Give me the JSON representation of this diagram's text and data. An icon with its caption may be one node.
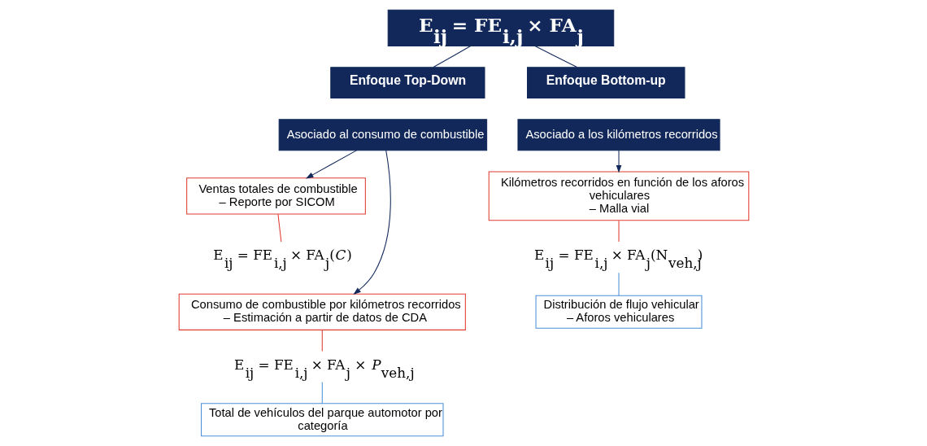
{
  "diagram": {
    "nodes": [
      {
        "text": [
          "E$_{ij}$ = FE$_{i,j}$ × FA$_{j}$"
        ]
      },
      {
        "text": [
          "Enfoque Top-Down"
        ]
      },
      {
        "text": [
          "Enfoque Bottom-up"
        ]
      },
      {
        "text": [
          "Asociado al consumo de combustible"
        ]
      },
      {
        "text": [
          "Ventas totales de combustible",
          "– Reporte por SICOM"
        ]
      },
      {
        "text": [
          "E$_{ij}$ = FE$_{i,j}$ × FA$_{j}$(*C*)"
        ]
      },
      {
        "text": [
          "Consumo de combustible por kilómetros recorridos",
          "– Estimación a partir de datos de CDA"
        ]
      },
      {
        "text": [
          "E$_{ij}$ = FE$_{i,j}$ × FA$_{j}$ × *P*$_{veh,j}$"
        ]
      },
      {
        "text": [
          "Total de vehículos del parque automotor por categoría"
        ]
      },
      {
        "text": [
          "Asociado a los kilómetros recorridos"
        ]
      },
      {
        "text": [
          "Kilómetros recorridos en función de los aforos vehiculares",
          "– Malla vial"
        ]
      },
      {
        "text": [
          "E$_{ij}$ = FE$_{i,j}$ × FA$_{j}$(N$_{veh,j}$)"
        ]
      },
      {
        "text": [
          "Distribución de flujo vehicular",
          "– Aforos vehiculares"
        ]
      }
    ],
    "edges": [
      {
        "from": 0,
        "to": 1,
        "arrow": "none"
      },
      {
        "from": 0,
        "to": 2,
        "arrow": "none"
      },
      {
        "from": 3,
        "to": 4,
        "arrow": "to"
      },
      {
        "from": 3,
        "to": 6,
        "arrow": "to"
      },
      {
        "from": 4,
        "to": 5,
        "arrow": "none",
        "color": "#e03c31"
      },
      {
        "from": 6,
        "to": 7,
        "arrow": "none",
        "color": "#e03c31"
      },
      {
        "from": 7,
        "to": 8,
        "arrow": "none",
        "color": "#4a90d9"
      },
      {
        "from": 9,
        "to": 10,
        "arrow": "to"
      },
      {
        "from": 10,
        "to": 11,
        "arrow": "none",
        "color": "#e03c31"
      },
      {
        "from": 11,
        "to": 12,
        "arrow": "none",
        "color": "#4a90d9"
      }
    ]
  }
}
